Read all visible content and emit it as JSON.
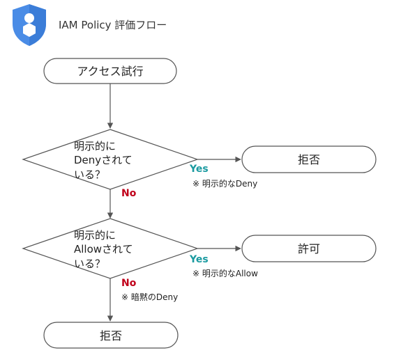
{
  "header": {
    "title": "IAM Policy 評価フロー",
    "icon": "shield-user-icon"
  },
  "colors": {
    "shield_dark": "#3B7DD8",
    "shield_light": "#6EA8F5",
    "line": "#555555",
    "yes": "#1A9AA0",
    "no": "#C0001A"
  },
  "nodes": {
    "start": "アクセス試行",
    "decision1": [
      "明示的に",
      "Denyされて",
      "いる？"
    ],
    "decision2": [
      "明示的に",
      "Allowされて",
      "いる？"
    ],
    "deny_explicit": "拒否",
    "allow": "許可",
    "deny_implicit": "拒否"
  },
  "edges": {
    "d1_yes": "Yes",
    "d1_yes_note": "※ 明示的なDeny",
    "d1_no": "No",
    "d2_yes": "Yes",
    "d2_yes_note": "※ 明示的なAllow",
    "d2_no": "No",
    "d2_no_note": "※ 暗黙のDeny"
  }
}
